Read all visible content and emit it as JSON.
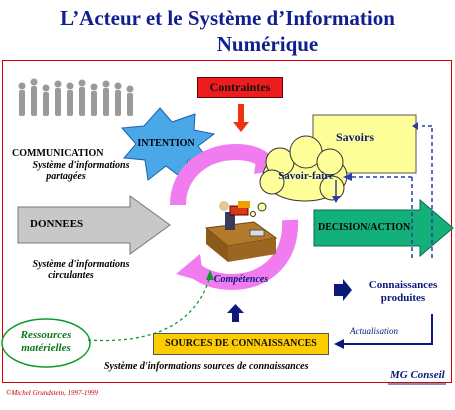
{
  "title": {
    "line1": "L’Acteur et le Système d’Information",
    "line2": "Numérique"
  },
  "contraintes": "Contraintes",
  "intention": "INTENTION",
  "savoirs": "Savoirs",
  "savoir_faire": "Savoir-faire",
  "communication": {
    "title": "COMMUNICATION",
    "sub1": "Système d'informations",
    "sub2": "partagées"
  },
  "donnees": {
    "label": "DONNEES",
    "sub1": "Système d'informations",
    "sub2": "circulantes"
  },
  "decision_action": "DECISION/ACTION",
  "competences": "Compétences",
  "connaissances_produites": {
    "line1": "Connaissances",
    "line2": "produites"
  },
  "actualisation": "Actualisation",
  "ressources": {
    "line1": "Ressources",
    "line2": "matérielles"
  },
  "sources": "SOURCES DE CONNAISSANCES",
  "sources_caption": "Système d'informations sources de connaissances",
  "mg_conseil": "MG Conseil",
  "copyright": "©Michel Grundstein, 1997-1999",
  "colors": {
    "frame": "#d40000",
    "title": "#0f1f8f",
    "contraintes_bg": "#ee1c1c",
    "intention": "#4aa8e8",
    "savoirs_bg": "#ffff99",
    "decision": "#14b07a",
    "cycle": "#f07cf0",
    "sources_bg": "#ffcc00"
  }
}
